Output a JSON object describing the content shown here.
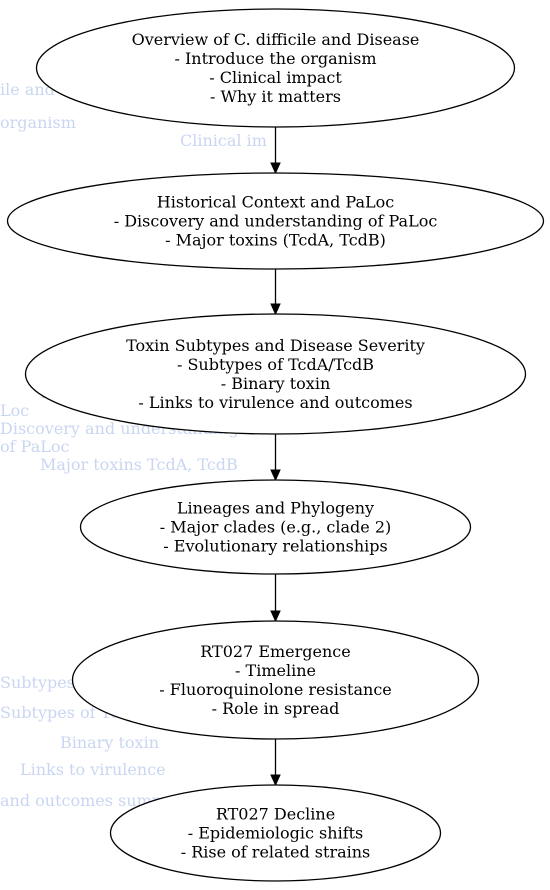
{
  "diagram": {
    "nodes": [
      {
        "id": "overview",
        "lines": [
          "Overview of C. difficile and Disease",
          "- Introduce the organism",
          "- Clinical impact",
          "- Why it matters"
        ]
      },
      {
        "id": "historical",
        "lines": [
          "Historical Context and PaLoc",
          "- Discovery and understanding of PaLoc",
          "- Major toxins (TcdA, TcdB)"
        ]
      },
      {
        "id": "toxin-subtypes",
        "lines": [
          "Toxin Subtypes and Disease Severity",
          "- Subtypes of TcdA/TcdB",
          "- Binary toxin",
          "- Links to virulence and outcomes"
        ]
      },
      {
        "id": "lineages",
        "lines": [
          "Lineages and Phylogeny",
          "- Major clades (e.g., clade 2)",
          "- Evolutionary relationships"
        ]
      },
      {
        "id": "rt027-emergence",
        "lines": [
          "RT027 Emergence",
          "- Timeline",
          "- Fluoroquinolone resistance",
          "- Role in spread"
        ]
      },
      {
        "id": "rt027-decline",
        "lines": [
          "RT027 Decline",
          "- Epidemiologic shifts",
          "- Rise of related strains"
        ]
      }
    ],
    "edges": [
      {
        "from": "overview",
        "to": "historical"
      },
      {
        "from": "historical",
        "to": "toxin-subtypes"
      },
      {
        "from": "toxin-subtypes",
        "to": "lineages"
      },
      {
        "from": "lineages",
        "to": "rt027-emergence"
      },
      {
        "from": "rt027-emergence",
        "to": "rt027-decline"
      }
    ],
    "colors": {
      "stroke": "#000000",
      "fill": "#ffffff",
      "text": "#000000",
      "watermark": "#c9d6f2"
    }
  }
}
